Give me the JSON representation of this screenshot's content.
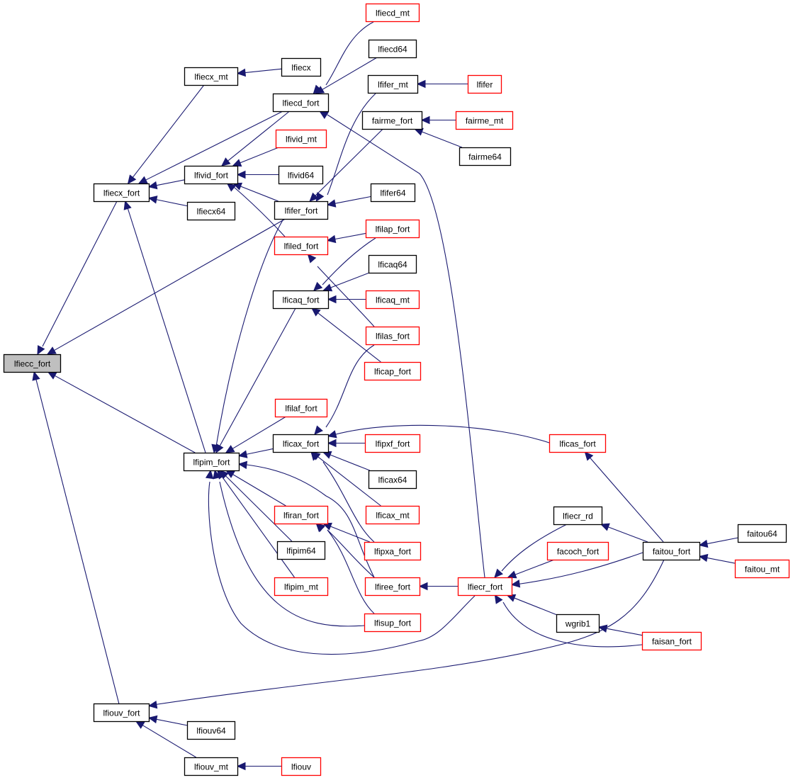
{
  "diagram": {
    "title": "Caller graph for lfiecc_fort",
    "colors": {
      "edge": "#191970",
      "focus_fill": "#bfbfbf",
      "documented_border": "#000000",
      "undocumented_border": "#ff0000",
      "background": "#ffffff"
    },
    "nodes": [
      {
        "id": "lfiecc_fort",
        "label": "lfiecc_fort",
        "style": "focus"
      },
      {
        "id": "lfiecx_fort",
        "label": "lfiecx_fort",
        "style": "black"
      },
      {
        "id": "lfipim_fort",
        "label": "lfipim_fort",
        "style": "black"
      },
      {
        "id": "lfiouv_fort",
        "label": "lfiouv_fort",
        "style": "black"
      },
      {
        "id": "lfiecx_mt",
        "label": "lfiecx_mt",
        "style": "black"
      },
      {
        "id": "lfivid_fort",
        "label": "lfivid_fort",
        "style": "black"
      },
      {
        "id": "lfiecx64",
        "label": "lfiecx64",
        "style": "black"
      },
      {
        "id": "lfiouv64",
        "label": "lfiouv64",
        "style": "black"
      },
      {
        "id": "lfiouv_mt",
        "label": "lfiouv_mt",
        "style": "black"
      },
      {
        "id": "lfiecx",
        "label": "lfiecx",
        "style": "black"
      },
      {
        "id": "lfiecd_fort",
        "label": "lfiecd_fort",
        "style": "black"
      },
      {
        "id": "lfivid_mt",
        "label": "lfivid_mt",
        "style": "red"
      },
      {
        "id": "lfivid64",
        "label": "lfivid64",
        "style": "black"
      },
      {
        "id": "lfifer_fort",
        "label": "lfifer_fort",
        "style": "black"
      },
      {
        "id": "lfiled_fort",
        "label": "lfiled_fort",
        "style": "red"
      },
      {
        "id": "lficaq_fort",
        "label": "lficaq_fort",
        "style": "black"
      },
      {
        "id": "lfilaf_fort",
        "label": "lfilaf_fort",
        "style": "red"
      },
      {
        "id": "lficax_fort",
        "label": "lficax_fort",
        "style": "black"
      },
      {
        "id": "lfiran_fort",
        "label": "lfiran_fort",
        "style": "red"
      },
      {
        "id": "lfipim64",
        "label": "lfipim64",
        "style": "black"
      },
      {
        "id": "lfipim_mt",
        "label": "lfipim_mt",
        "style": "red"
      },
      {
        "id": "lfiouv",
        "label": "lfiouv",
        "style": "red"
      },
      {
        "id": "lfiecd_mt",
        "label": "lfiecd_mt",
        "style": "red"
      },
      {
        "id": "lfiecd64",
        "label": "lfiecd64",
        "style": "black"
      },
      {
        "id": "lfifer_mt",
        "label": "lfifer_mt",
        "style": "black"
      },
      {
        "id": "fairme_fort",
        "label": "fairme_fort",
        "style": "black"
      },
      {
        "id": "lfifer64",
        "label": "lfifer64",
        "style": "black"
      },
      {
        "id": "lfilap_fort",
        "label": "lfilap_fort",
        "style": "red"
      },
      {
        "id": "lficaq64",
        "label": "lficaq64",
        "style": "black"
      },
      {
        "id": "lficaq_mt",
        "label": "lficaq_mt",
        "style": "red"
      },
      {
        "id": "lfilas_fort",
        "label": "lfilas_fort",
        "style": "red"
      },
      {
        "id": "lficap_fort",
        "label": "lficap_fort",
        "style": "red"
      },
      {
        "id": "lfipxf_fort",
        "label": "lfipxf_fort",
        "style": "red"
      },
      {
        "id": "lficax64",
        "label": "lficax64",
        "style": "black"
      },
      {
        "id": "lficax_mt",
        "label": "lficax_mt",
        "style": "red"
      },
      {
        "id": "lfipxa_fort",
        "label": "lfipxa_fort",
        "style": "red"
      },
      {
        "id": "lfiree_fort",
        "label": "lfiree_fort",
        "style": "red"
      },
      {
        "id": "lfisup_fort",
        "label": "lfisup_fort",
        "style": "red"
      },
      {
        "id": "lfifer",
        "label": "lfifer",
        "style": "red"
      },
      {
        "id": "fairme_mt",
        "label": "fairme_mt",
        "style": "red"
      },
      {
        "id": "fairme64",
        "label": "fairme64",
        "style": "black"
      },
      {
        "id": "lfiecr_fort",
        "label": "lfiecr_fort",
        "style": "red"
      },
      {
        "id": "lficas_fort",
        "label": "lficas_fort",
        "style": "red"
      },
      {
        "id": "lfiecr_rd",
        "label": "lfiecr_rd",
        "style": "black"
      },
      {
        "id": "facoch_fort",
        "label": "facoch_fort",
        "style": "red"
      },
      {
        "id": "wgrib1",
        "label": "wgrib1",
        "style": "black"
      },
      {
        "id": "faitou_fort",
        "label": "faitou_fort",
        "style": "black"
      },
      {
        "id": "faisan_fort",
        "label": "faisan_fort",
        "style": "red"
      },
      {
        "id": "faitou64",
        "label": "faitou64",
        "style": "black"
      },
      {
        "id": "faitou_mt",
        "label": "faitou_mt",
        "style": "red"
      }
    ],
    "edges": [
      {
        "from": "lfiecx_fort",
        "to": "lfiecc_fort"
      },
      {
        "from": "lfifer_fort",
        "to": "lfiecc_fort"
      },
      {
        "from": "lfipim_fort",
        "to": "lfiecc_fort"
      },
      {
        "from": "lfiouv_fort",
        "to": "lfiecc_fort"
      },
      {
        "from": "lfiecx_mt",
        "to": "lfiecx_fort"
      },
      {
        "from": "lfiecd_fort",
        "to": "lfiecx_fort"
      },
      {
        "from": "lfivid_fort",
        "to": "lfiecx_fort"
      },
      {
        "from": "lfiecx64",
        "to": "lfiecx_fort"
      },
      {
        "from": "lfipim_fort",
        "to": "lfiecx_fort"
      },
      {
        "from": "lfiecx",
        "to": "lfiecx_mt"
      },
      {
        "from": "lfiecd_fort",
        "to": "lfivid_fort"
      },
      {
        "from": "lfivid_mt",
        "to": "lfivid_fort"
      },
      {
        "from": "lfivid64",
        "to": "lfivid_fort"
      },
      {
        "from": "lfifer_fort",
        "to": "lfivid_fort"
      },
      {
        "from": "lfiled_fort",
        "to": "lfivid_fort"
      },
      {
        "from": "lfiecd_mt",
        "to": "lfiecd_fort"
      },
      {
        "from": "lfiecd64",
        "to": "lfiecd_fort"
      },
      {
        "from": "lfiecr_fort",
        "to": "lfiecd_fort"
      },
      {
        "from": "lfifer_mt",
        "to": "lfifer_fort"
      },
      {
        "from": "fairme_fort",
        "to": "lfifer_fort"
      },
      {
        "from": "lfifer64",
        "to": "lfifer_fort"
      },
      {
        "from": "lfifer",
        "to": "lfifer_mt"
      },
      {
        "from": "fairme_mt",
        "to": "fairme_fort"
      },
      {
        "from": "fairme64",
        "to": "fairme_fort"
      },
      {
        "from": "lfilap_fort",
        "to": "lfiled_fort"
      },
      {
        "from": "lfilas_fort",
        "to": "lfiled_fort"
      },
      {
        "from": "lfilap_fort",
        "to": "lficaq_fort"
      },
      {
        "from": "lficaq64",
        "to": "lficaq_fort"
      },
      {
        "from": "lficaq_mt",
        "to": "lficaq_fort"
      },
      {
        "from": "lficap_fort",
        "to": "lficaq_fort"
      },
      {
        "from": "lfifer_fort",
        "to": "lfipim_fort"
      },
      {
        "from": "lficaq_fort",
        "to": "lfipim_fort"
      },
      {
        "from": "lfilaf_fort",
        "to": "lfipim_fort"
      },
      {
        "from": "lficax_fort",
        "to": "lfipim_fort"
      },
      {
        "from": "lfiree_fort",
        "to": "lfipim_fort"
      },
      {
        "from": "lfiran_fort",
        "to": "lfipim_fort"
      },
      {
        "from": "lfipim64",
        "to": "lfipim_fort"
      },
      {
        "from": "lfipim_mt",
        "to": "lfipim_fort"
      },
      {
        "from": "lfisup_fort",
        "to": "lfipim_fort"
      },
      {
        "from": "lfiecr_fort",
        "to": "lfipim_fort"
      },
      {
        "from": "lfilas_fort",
        "to": "lficax_fort"
      },
      {
        "from": "lfipxf_fort",
        "to": "lficax_fort"
      },
      {
        "from": "lficax64",
        "to": "lficax_fort"
      },
      {
        "from": "lficax_mt",
        "to": "lficax_fort"
      },
      {
        "from": "lfipxa_fort",
        "to": "lficax_fort"
      },
      {
        "from": "lficas_fort",
        "to": "lficax_fort"
      },
      {
        "from": "lfipxa_fort",
        "to": "lfiran_fort"
      },
      {
        "from": "lfiree_fort",
        "to": "lfiran_fort"
      },
      {
        "from": "lfisup_fort",
        "to": "lfiran_fort"
      },
      {
        "from": "lfiecr_fort",
        "to": "lfiree_fort"
      },
      {
        "from": "lfiecr_rd",
        "to": "lfiecr_fort"
      },
      {
        "from": "facoch_fort",
        "to": "lfiecr_fort"
      },
      {
        "from": "faitou_fort",
        "to": "lfiecr_fort"
      },
      {
        "from": "wgrib1",
        "to": "lfiecr_fort"
      },
      {
        "from": "faisan_fort",
        "to": "lfiecr_fort"
      },
      {
        "from": "faitou_fort",
        "to": "lficas_fort"
      },
      {
        "from": "faitou_fort",
        "to": "lfiecr_rd"
      },
      {
        "from": "faisan_fort",
        "to": "wgrib1"
      },
      {
        "from": "faitou64",
        "to": "faitou_fort"
      },
      {
        "from": "faitou_mt",
        "to": "faitou_fort"
      },
      {
        "from": "lfiouv64",
        "to": "lfiouv_fort"
      },
      {
        "from": "lfiouv_mt",
        "to": "lfiouv_fort"
      },
      {
        "from": "faitou_fort",
        "to": "lfiouv_fort"
      },
      {
        "from": "lfiouv",
        "to": "lfiouv_mt"
      }
    ]
  }
}
